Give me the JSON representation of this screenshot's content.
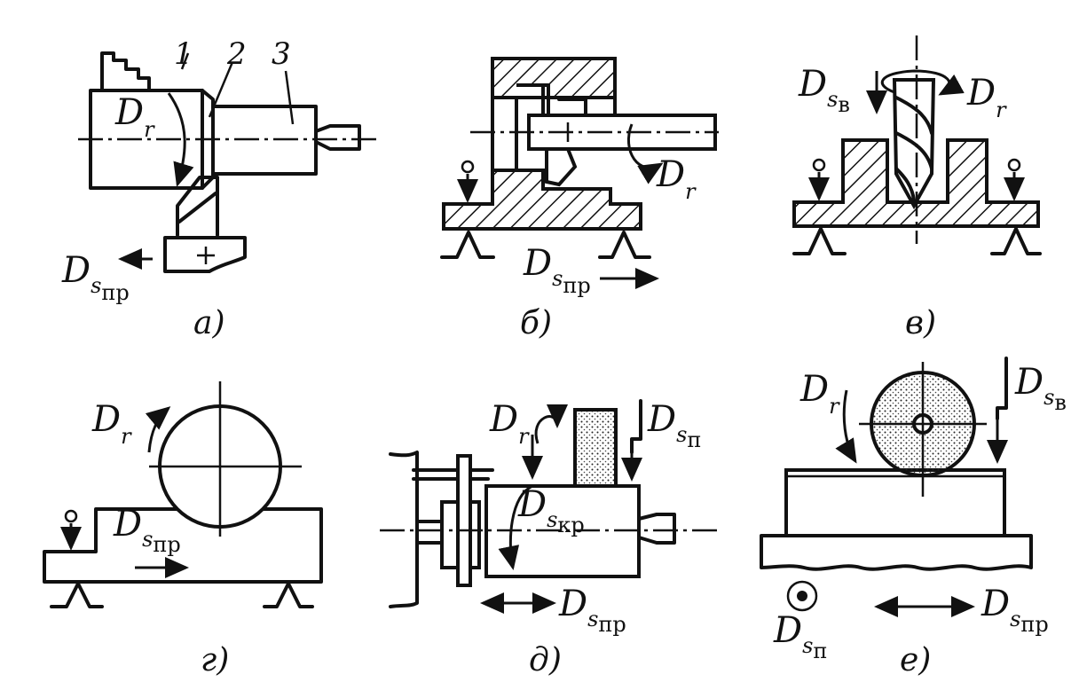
{
  "panels": {
    "a": {
      "caption": "а)",
      "part_numbers": [
        "1",
        "2",
        "3"
      ],
      "labels": {
        "Dr_main": "D",
        "Dr_sub": "r",
        "Ds_main": "D",
        "Ds_sub": "s",
        "Ds_sub2": "пр"
      }
    },
    "b": {
      "caption": "б)",
      "labels": {
        "Dr_main": "D",
        "Dr_sub": "r",
        "Ds_main": "D",
        "Ds_sub": "s",
        "Ds_sub2": "пр"
      }
    },
    "v": {
      "caption": "в)",
      "labels": {
        "Dr_main": "D",
        "Dr_sub": "r",
        "Ds_main": "D",
        "Ds_sub": "s",
        "Ds_sub2": "в"
      }
    },
    "g": {
      "caption": "г)",
      "labels": {
        "Dr_main": "D",
        "Dr_sub": "r",
        "Ds_main": "D",
        "Ds_sub": "s",
        "Ds_sub2": "пр"
      }
    },
    "d": {
      "caption": "д)",
      "labels": {
        "Dr_main": "D",
        "Dr_sub": "r",
        "Dsp_main": "D",
        "Dsp_sub": "s",
        "Dsp_sub2": "п",
        "Dskr_main": "D",
        "Dskr_sub": "s",
        "Dskr_sub2": "кр",
        "Dspr_main": "D",
        "Dspr_sub": "s",
        "Dspr_sub2": "пр"
      }
    },
    "e": {
      "caption": "е)",
      "labels": {
        "Dr_main": "D",
        "Dr_sub": "r",
        "Dsv_main": "D",
        "Dsv_sub": "s",
        "Dsv_sub2": "в",
        "Dsp_main": "D",
        "Dsp_sub": "s",
        "Dsp_sub2": "п",
        "Dspr_main": "D",
        "Dspr_sub": "s",
        "Dspr_sub2": "пр"
      }
    }
  }
}
